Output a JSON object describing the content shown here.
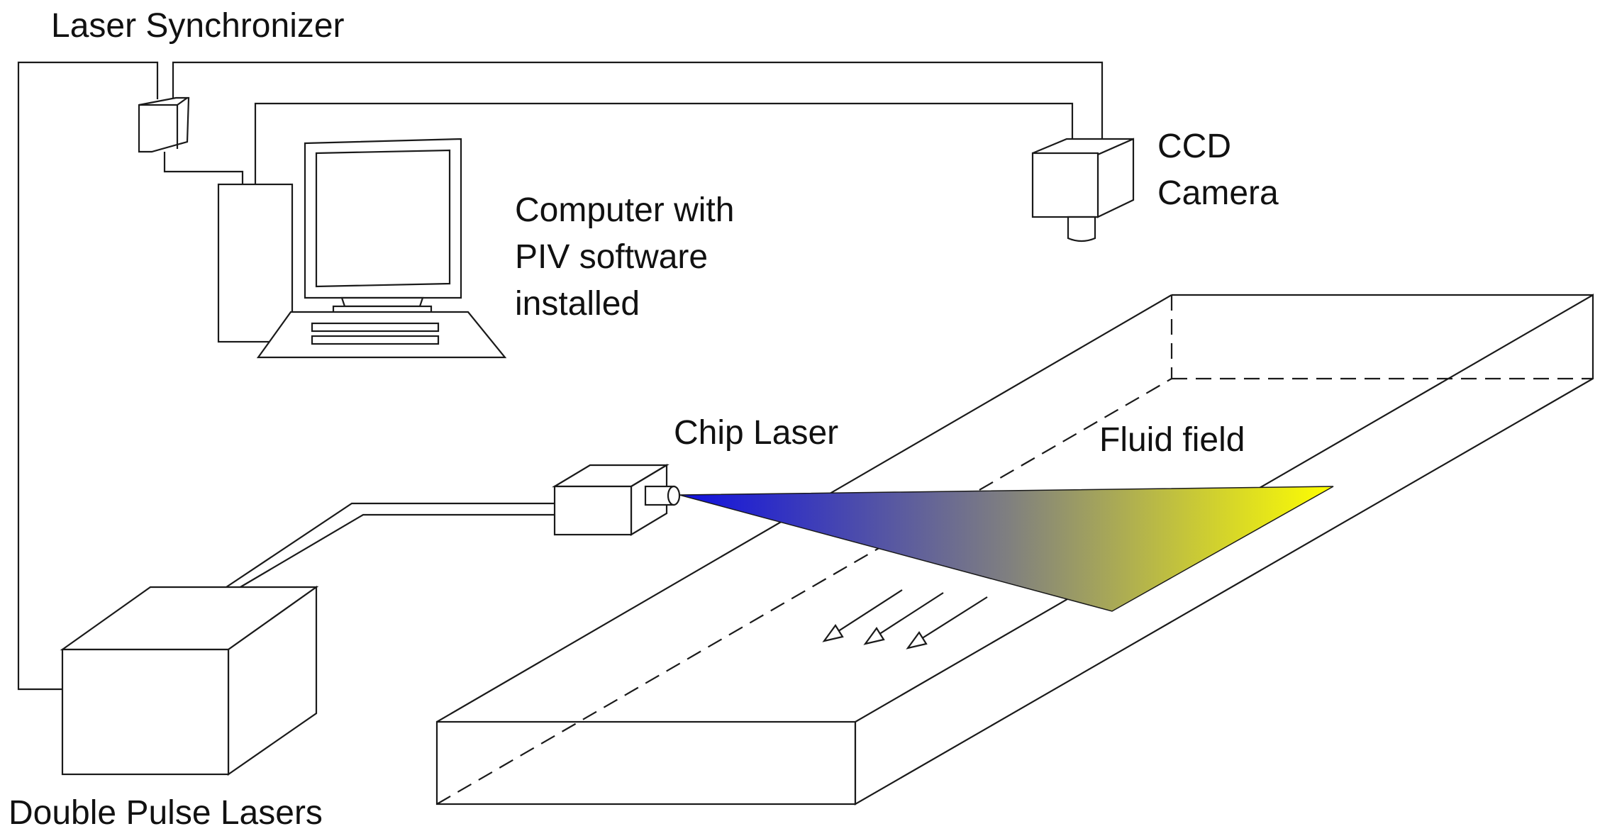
{
  "labels": {
    "laser_synchronizer": "Laser Synchronizer",
    "ccd_line1": "CCD",
    "ccd_line2": "Camera",
    "computer_line1": "Computer with",
    "computer_line2": "PIV software",
    "computer_line3": "installed",
    "chip_laser": "Chip Laser",
    "fluid_field": "Fluid field",
    "double_pulse_lasers": "Double Pulse Lasers"
  },
  "colors": {
    "stroke": "#1a1a1a",
    "beam_start": "#1010e0",
    "beam_mid": "#7f7f80",
    "beam_end": "#ffff00"
  }
}
